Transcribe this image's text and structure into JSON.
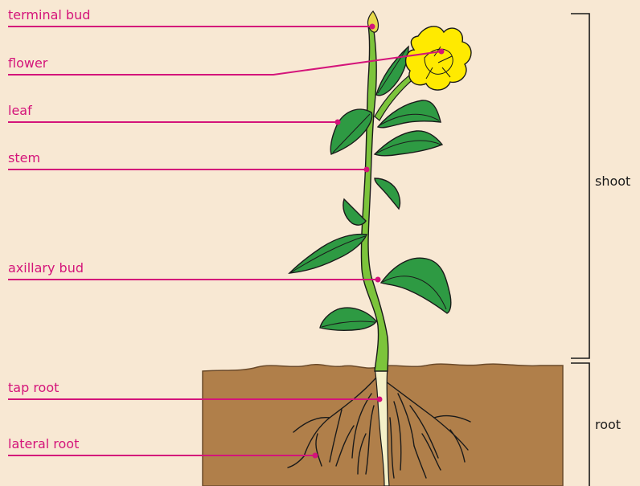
{
  "diagram": {
    "labels": {
      "terminal_bud": "terminal bud",
      "flower": "flower",
      "leaf": "leaf",
      "stem": "stem",
      "axillary_bud": "axillary bud",
      "tap_root": "tap root",
      "lateral_root": "lateral root"
    },
    "regions": {
      "shoot": "shoot",
      "root": "root"
    }
  },
  "colors": {
    "background": "#f8e8d3",
    "soil": "#b07f4a",
    "label_line": "#d4147a",
    "leaf_fill": "#2e9a43",
    "stem_fill": "#7cc43b",
    "flower_fill": "#ffea00",
    "root_stroke": "#1a1a1a"
  }
}
